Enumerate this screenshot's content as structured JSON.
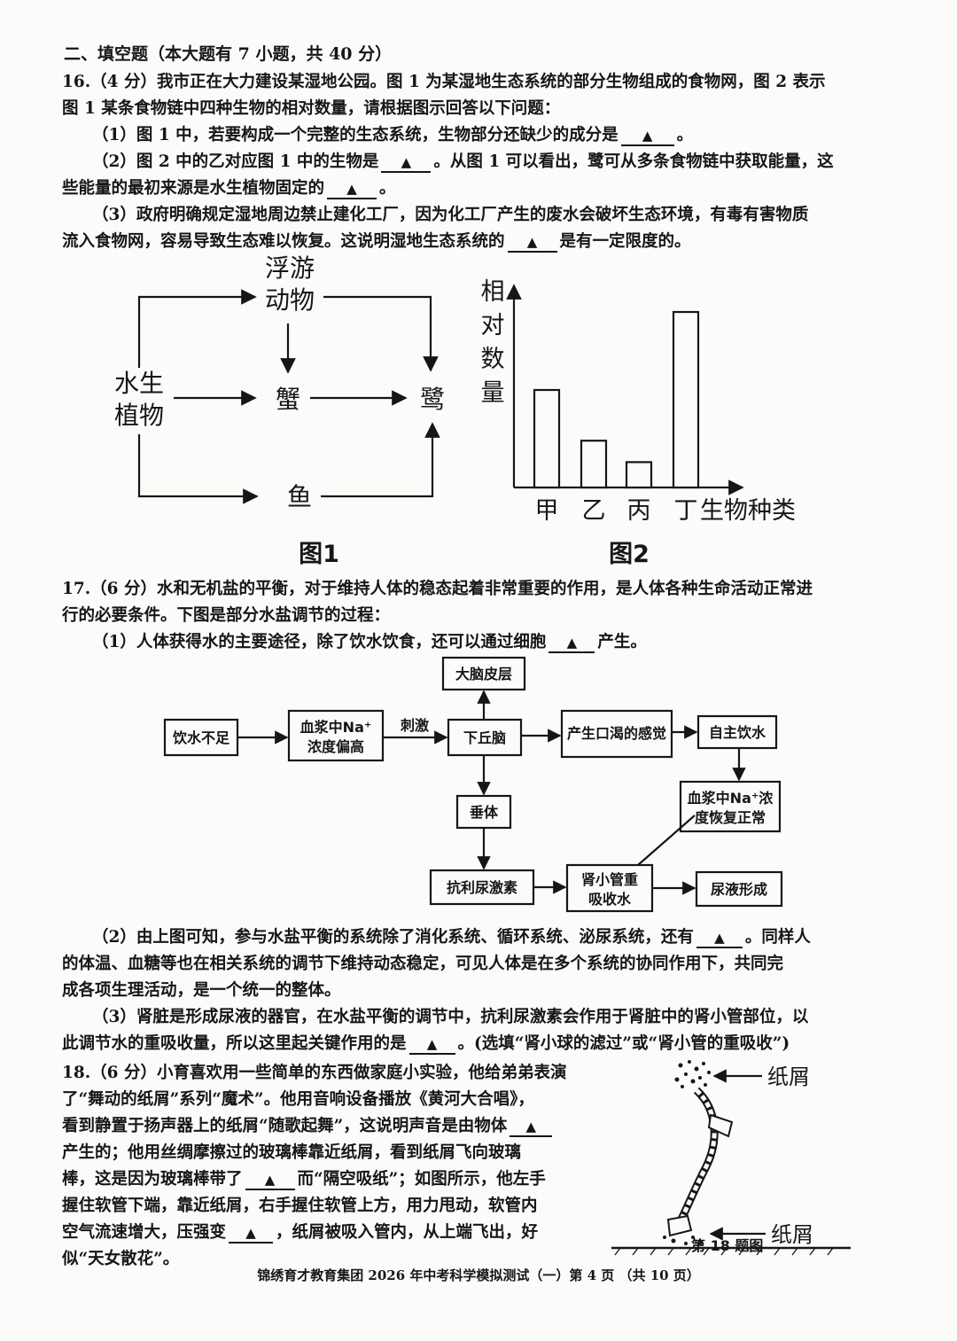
{
  "section": {
    "title": "二、填空题（本大题有 7 小题，共 40 分）"
  },
  "q16": {
    "l1": "16.（4 分）我市正在大力建设某湿地公园。图 1 为某湿地生态系统的部分生物组成的食物网，图 2 表示",
    "l2": "图 1 某条食物链中四种生物的相对数量，请根据图示回答以下问题：",
    "p1a": "（1）图 1 中，若要构成一个完整的生态系统，生物部分还缺少的成分是",
    "p1b": "。",
    "p2a": "（2）图 2 中的乙对应图 1 中的生物是",
    "p2b": "。从图 1 可以看出，鹭可从多条食物链中获取能量，这",
    "p2c": "些能量的最初来源是水生植物固定的",
    "p2d": "。",
    "p3a": "（3）政府明确规定湿地周边禁止建化工厂，因为化工厂产生的废水会破坏生态环境，有毒有害物质",
    "p3b": "流入食物网，容易导致生态难以恢复。这说明湿地生态系统的",
    "p3c": "是有一定限度的。",
    "blank": "▲",
    "fig1": {
      "plants": [
        "水生",
        "植物"
      ],
      "plankton": [
        "浮游",
        "动物"
      ],
      "crab": "蟹",
      "egret": "鹭",
      "fish": "鱼",
      "caption": "图1"
    },
    "fig2": {
      "ylabel": [
        "相",
        "对",
        "数",
        "量"
      ],
      "xlabel": "生物种类",
      "caption": "图2"
    }
  },
  "chart_data": {
    "type": "bar",
    "categories": [
      "甲",
      "乙",
      "丙",
      "丁"
    ],
    "values": [
      5,
      2.4,
      1.3,
      9
    ],
    "xlabel": "生物种类",
    "ylabel": "相对数量"
  },
  "q17": {
    "l1": "17.（6 分）水和无机盐的平衡，对于维持人体的稳态起着非常重要的作用，是人体各种生命活动正常进",
    "l2": "行的必要条件。下图是部分水盐调节的过程：",
    "p1a": "（1）人体获得水的主要途径，除了饮水饮食，还可以通过细胞",
    "p1b": "产生。",
    "flow": {
      "cortex": "大脑皮层",
      "lack": "饮水不足",
      "na_high": [
        "血浆中Na⁺",
        "浓度偏高"
      ],
      "stim": "刺激",
      "hypo": "下丘脑",
      "thirst": "产生口渴的感觉",
      "drink": "自主饮水",
      "na_normal": [
        "血浆中Na⁺浓",
        "度恢复正常"
      ],
      "pituitary": "垂体",
      "adh": "抗利尿激素",
      "tubule": [
        "肾小管重",
        "吸收水"
      ],
      "urine": "尿液形成"
    },
    "p2a": "（2）由上图可知，参与水盐平衡的系统除了消化系统、循环系统、泌尿系统，还有",
    "p2b": "。同样人",
    "p2c": "的体温、血糖等也在相关系统的调节下维持动态稳定，可见人体是在多个系统的协同作用下，共同完",
    "p2d": "成各项生理活动，是一个统一的整体。",
    "p3a": "（3）肾脏是形成尿液的器官，在水盐平衡的调节中，抗利尿激素会作用于肾脏中的肾小管部位，以",
    "p3b": "此调节水的重吸收量，所以这里起关键作用的是",
    "p3c": "。(选填“肾小球的滤过”或“肾小管的重吸收”)"
  },
  "q18": {
    "l1": "18.（6 分）小育喜欢用一些简单的东西做家庭小实验，他给弟弟表演",
    "l2": "了“舞动的纸屑”系列“魔术”。他用音响设备播放《黄河大合唱》，",
    "l3a": "看到静置于扬声器上的纸屑“随歌起舞”，这说明声音是由物体",
    "l4": "产生的；他用丝绸摩擦过的玻璃棒靠近纸屑，看到纸屑飞向玻璃",
    "l5a": "棒，这是因为玻璃棒带了",
    "l5b": "而“隔空吸纸”；如图所示，他左手",
    "l6": "握住软管下端，靠近纸屑，右手握住软管上方，用力甩动，软管内",
    "l7a": "空气流速增大，压强变",
    "l7b": "，纸屑被吸入管内，从上端飞出，好",
    "l8": "似“天女散花”。",
    "fig": {
      "label_top": "纸屑",
      "label_bottom": "纸屑",
      "caption": "第 18 题图"
    }
  },
  "footer": "锦绣育才教育集团 2026 年中考科学模拟测试（一）第 4 页 （共 10 页）"
}
